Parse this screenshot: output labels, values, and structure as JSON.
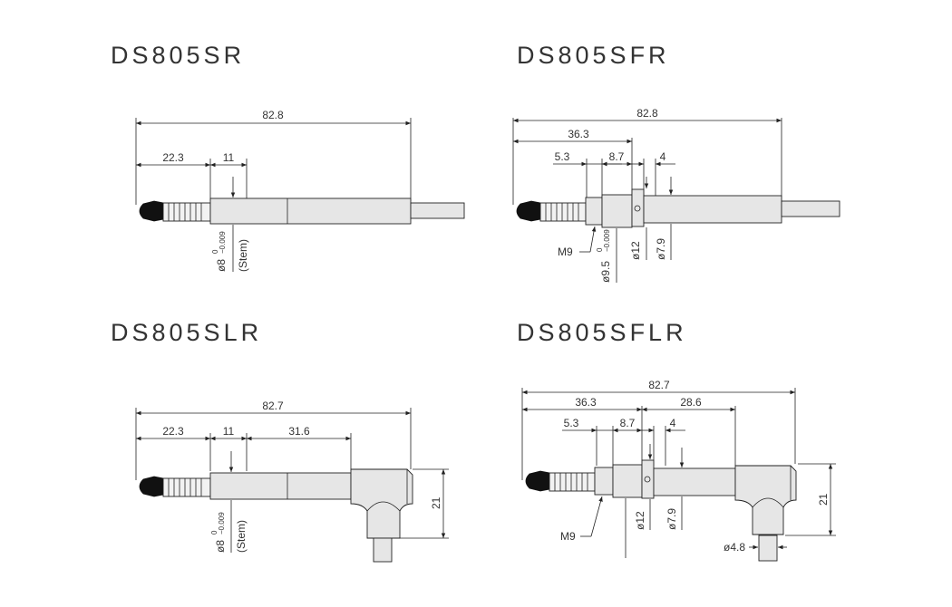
{
  "diagrams": {
    "sr": {
      "title": "DS805SR",
      "dim_total": "82.8",
      "dim_a": "22.3",
      "dim_b": "11",
      "dim_dia": "ø8",
      "dim_tol_upper": "0",
      "dim_tol_lower": "−0.009",
      "dim_note": "(Stem)"
    },
    "sfr": {
      "title": "DS805SFR",
      "dim_total": "82.8",
      "dim_a": "36.3",
      "dim_b": "5.3",
      "dim_c": "8.7",
      "dim_d": "4",
      "thread": "M9",
      "dim_dia95": "ø9.5",
      "dim_tol_upper": "0",
      "dim_tol_lower": "−0.009",
      "dim_dia12": "ø12",
      "dim_dia79": "ø7.9"
    },
    "slr": {
      "title": "DS805SLR",
      "dim_total": "82.7",
      "dim_a": "22.3",
      "dim_b": "11",
      "dim_c": "31.6",
      "dim_h": "21",
      "dim_dia": "ø8",
      "dim_tol_upper": "0",
      "dim_tol_lower": "−0.009",
      "dim_note": "(Stem)"
    },
    "sflr": {
      "title": "DS805SFLR",
      "dim_total": "82.7",
      "dim_a": "36.3",
      "dim_e": "28.6",
      "dim_b": "5.3",
      "dim_c": "8.7",
      "dim_d": "4",
      "thread": "M9",
      "dim_dia12": "ø12",
      "dim_dia79": "ø7.9",
      "dim_dia48": "ø4.8",
      "dim_h": "21"
    }
  }
}
